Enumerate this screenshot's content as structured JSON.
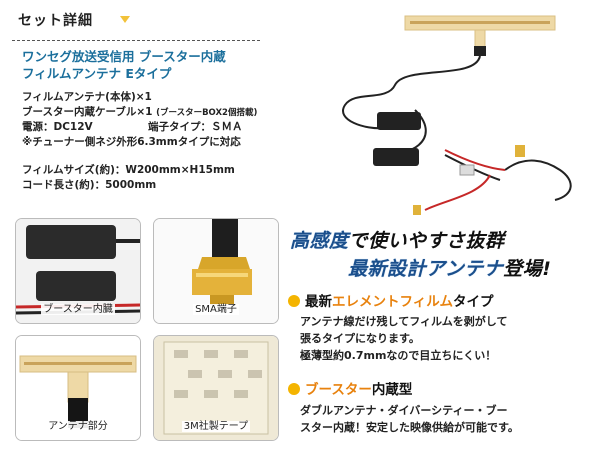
{
  "header": {
    "title": "セット詳細",
    "arrow_icon": "triangle-down-icon",
    "arrow_color": "#f2c23a"
  },
  "product": {
    "title_line1": "ワンセグ放送受信用 ブースター内蔵",
    "title_line2": "フィルムアンテナ Eタイプ",
    "specs": [
      "フィルムアンテナ(本体)×1",
      "ブースター内蔵ケーブル×1",
      "(ブースターBOX2個搭載)",
      "電源：DC12V",
      "端子タイプ：ＳＭＡ",
      "※チューナー側ネジ外形6.3mmタイプに対応",
      "フィルムサイズ(約)：W200mm×H15mm",
      "コード長さ(約)：5000mm"
    ]
  },
  "thumbnails": [
    {
      "caption": "ブースター内臓"
    },
    {
      "caption": "SMA端子"
    },
    {
      "caption": "アンテナ部分"
    },
    {
      "caption": "3M社製テープ"
    }
  ],
  "tagline": {
    "line1_part1": "高感度",
    "line1_part2": "で使いやすさ抜群",
    "line2_part1": "最新設計アンテナ",
    "line2_part2": "登場!"
  },
  "features": [
    {
      "title_part1": "最新",
      "title_part2": "エレメントフィルム",
      "title_part3": "タイプ",
      "body": [
        "アンテナ線だけ残してフィルムを剥がして",
        "張るタイプになります。",
        "極薄型約0.7mmなので目立ちにくい！"
      ]
    },
    {
      "title_part1": "ブースター",
      "title_part2": "内蔵型",
      "body": [
        "ダブルアンテナ・ダイバーシティー・ブー",
        "スター内蔵！安定した映像供給が可能です。"
      ]
    }
  ],
  "colors": {
    "accent_blue": "#1b6f9c",
    "tagline_blue": "#1b4f8c",
    "feature_orange": "#e8820e",
    "bullet_yellow": "#f4b400",
    "film_tan": "#eed9a6"
  }
}
